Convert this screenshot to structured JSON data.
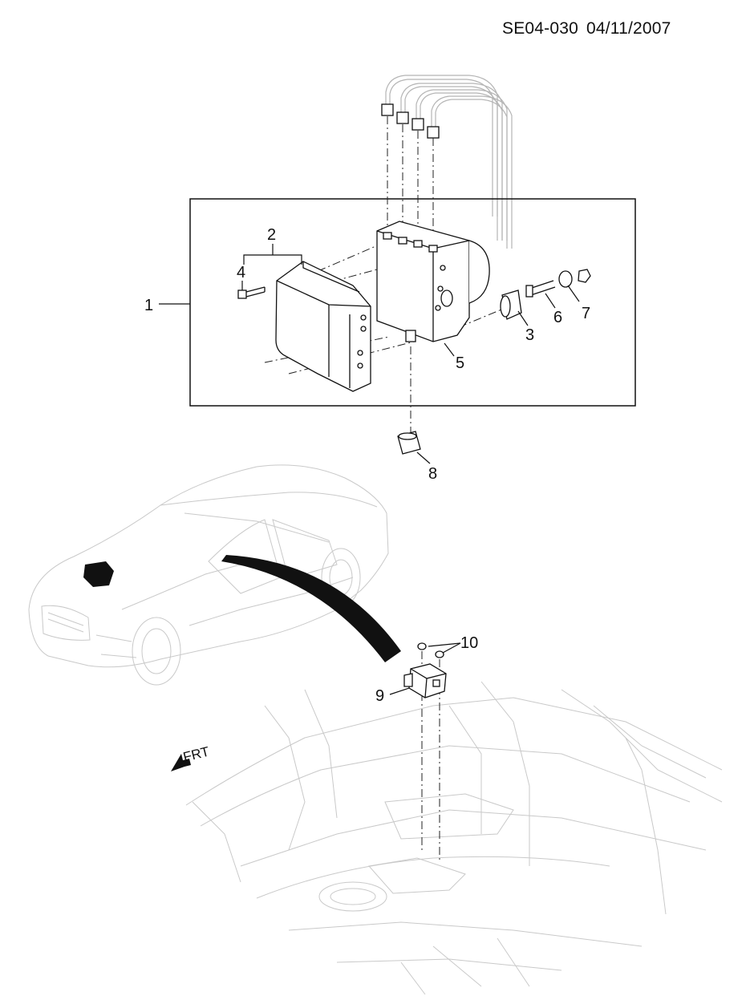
{
  "header": {
    "drawing_code": "SE04-030",
    "date": "04/11/2007"
  },
  "direction_label": "FRT",
  "callouts": {
    "c1": "1",
    "c2": "2",
    "c3": "3",
    "c4": "4",
    "c5": "5",
    "c6": "6",
    "c7": "7",
    "c8": "8",
    "c9": "9",
    "c10": "10"
  }
}
